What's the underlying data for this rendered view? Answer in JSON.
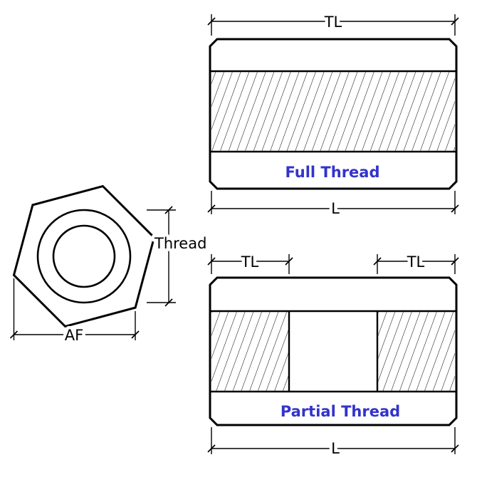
{
  "diagram": {
    "end_view": {
      "thread_label": "Thread",
      "af_label": "AF"
    },
    "full_view": {
      "tl_label": "TL",
      "l_label": "L",
      "caption": "Full Thread"
    },
    "partial_view": {
      "tl_left_label": "TL",
      "tl_right_label": "TL",
      "l_label": "L",
      "caption": "Partial Thread"
    },
    "colors": {
      "caption_blue": "#3333cc",
      "line_black": "#000000",
      "background": "#ffffff"
    }
  }
}
